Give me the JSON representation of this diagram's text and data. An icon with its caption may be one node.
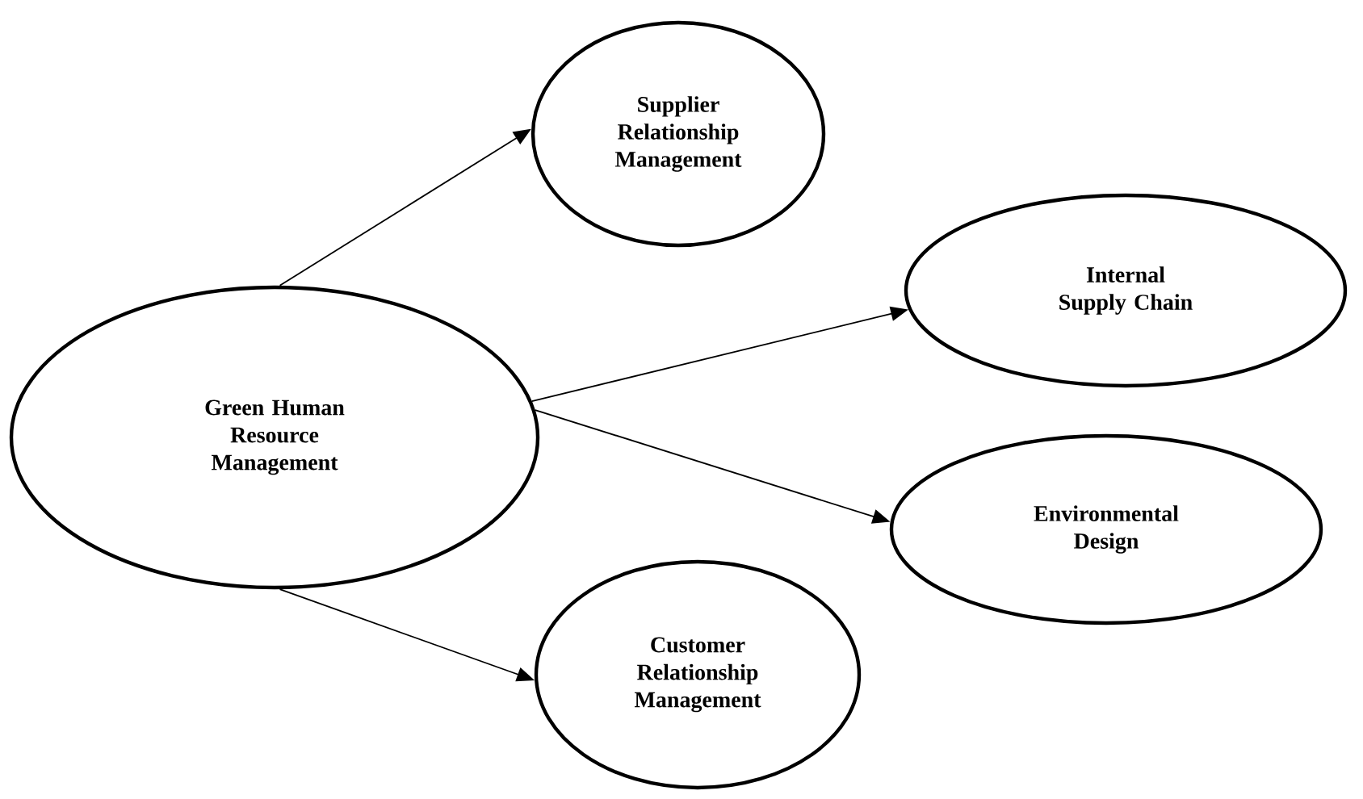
{
  "diagram": {
    "nodes": [
      {
        "text": [
          "Green Human Resource Management"
        ]
      },
      {
        "text": [
          "Supplier Relationship Management"
        ]
      },
      {
        "text": [
          "Internal Supply Chain"
        ]
      },
      {
        "text": [
          "Environmental Design"
        ]
      },
      {
        "text": [
          "Customer Relationship Management"
        ]
      }
    ],
    "edges": [
      {
        "from": 0,
        "to": 1,
        "arrow": "to"
      },
      {
        "from": 0,
        "to": 2,
        "arrow": "to"
      },
      {
        "from": 0,
        "to": 3,
        "arrow": "to"
      },
      {
        "from": 0,
        "to": 4,
        "arrow": "to"
      }
    ]
  }
}
